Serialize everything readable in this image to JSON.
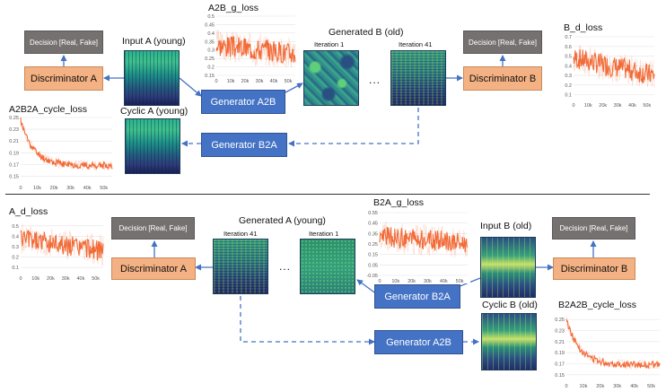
{
  "colors": {
    "discriminator": "#f4b183",
    "generator": "#4472c4",
    "decision": "#767171",
    "arrow": "#4472c4",
    "loss_line": "#f26b38"
  },
  "top": {
    "decision_a": "Decision [Real, Fake]",
    "discriminator_a": "Discriminator A",
    "input_a_label": "Input A (young)",
    "a2b_g_loss_title": "A2B_g_loss",
    "generated_b_label": "Generated B (old)",
    "iteration_1_label": "Iteration 1",
    "iteration_41_label": "Iteration 41",
    "ellipsis": "...",
    "decision_b": "Decision [Real, Fake]",
    "b_d_loss_title": "B_d_loss",
    "discriminator_b": "Discriminator B",
    "generator_a2b": "Generator A2B",
    "a2b2a_cycle_title": "A2B2A_cycle_loss",
    "cyclic_a_label": "Cyclic A (young)",
    "generator_b2a": "Generator B2A"
  },
  "bottom": {
    "a_d_loss_title": "A_d_loss",
    "decision_a": "Decision [Real, Fake]",
    "discriminator_a": "Discriminator A",
    "generated_a_label": "Generated A (young)",
    "iteration_41_label": "Iteration 41",
    "iteration_1_label": "Iteration 1",
    "ellipsis": "...",
    "b2a_g_loss_title": "B2A_g_loss",
    "input_b_label": "Input B (old)",
    "decision_b": "Decision [Real, Fake]",
    "discriminator_b": "Discriminator B",
    "generator_b2a": "Generator B2A",
    "cyclic_b_label": "Cyclic B (old)",
    "b2a2b_cycle_title": "B2A2B_cycle_loss",
    "generator_a2b": "Generator A2B"
  },
  "chart_data": [
    {
      "id": "a2b_g_loss",
      "type": "line",
      "title": "A2B_g_loss",
      "xlim": [
        0,
        55000
      ],
      "ylim": [
        0.15,
        0.5
      ],
      "xticks": [
        "0",
        "10k",
        "20k",
        "30k",
        "40k",
        "50k"
      ],
      "yticks": [
        "0.5",
        "0.45",
        "0.4",
        "0.35",
        "0.3",
        "0.25",
        "0.2",
        "0.15"
      ],
      "series": [
        {
          "pattern": "noisy",
          "level": [
            0.33,
            0.28
          ],
          "spread": 0.13,
          "seed": 3
        }
      ]
    },
    {
      "id": "b_d_loss",
      "type": "line",
      "title": "B_d_loss",
      "xlim": [
        0,
        55000
      ],
      "ylim": [
        0.05,
        0.7
      ],
      "xticks": [
        "0",
        "10k",
        "20k",
        "30k",
        "40k",
        "50k"
      ],
      "yticks": [
        "0.7",
        "0.6",
        "0.5",
        "0.4",
        "0.3",
        "0.2",
        "0.1"
      ],
      "series": [
        {
          "pattern": "noisy",
          "level": [
            0.48,
            0.3
          ],
          "spread": 0.22,
          "seed": 7
        }
      ]
    },
    {
      "id": "a2b2a_cycle_loss",
      "type": "line",
      "title": "A2B2A_cycle_loss",
      "xlim": [
        0,
        55000
      ],
      "ylim": [
        0.14,
        0.25
      ],
      "xticks": [
        "0",
        "10k",
        "20k",
        "30k",
        "40k",
        "50k"
      ],
      "yticks": [
        "0.25",
        "0.23",
        "0.21",
        "0.19",
        "0.17",
        "0.15"
      ],
      "series": [
        {
          "pattern": "decay",
          "level": [
            0.245,
            0.168
          ],
          "spread": 0.012,
          "seed": 11
        }
      ]
    },
    {
      "id": "a_d_loss",
      "type": "line",
      "title": "A_d_loss",
      "xlim": [
        0,
        55000
      ],
      "ylim": [
        0.05,
        0.55
      ],
      "xticks": [
        "0",
        "10k",
        "20k",
        "30k",
        "40k",
        "50k"
      ],
      "yticks": [
        "0.5",
        "0.4",
        "0.3",
        "0.2",
        "0.1"
      ],
      "series": [
        {
          "pattern": "noisy",
          "level": [
            0.38,
            0.26
          ],
          "spread": 0.2,
          "seed": 5
        }
      ]
    },
    {
      "id": "b2a_g_loss",
      "type": "line",
      "title": "B2A_g_loss",
      "xlim": [
        0,
        55000
      ],
      "ylim": [
        -0.05,
        0.55
      ],
      "xticks": [
        "0",
        "10k",
        "20k",
        "30k",
        "40k",
        "50k"
      ],
      "yticks": [
        "0.55",
        "0.45",
        "0.35",
        "0.25",
        "0.15",
        "0.05",
        "-0.05"
      ],
      "series": [
        {
          "pattern": "noisy",
          "level": [
            0.32,
            0.26
          ],
          "spread": 0.2,
          "seed": 9
        }
      ]
    },
    {
      "id": "b2a2b_cycle_loss",
      "type": "line",
      "title": "B2A2B_cycle_loss",
      "xlim": [
        0,
        55000
      ],
      "ylim": [
        0.14,
        0.26
      ],
      "xticks": [
        "0",
        "10k",
        "20k",
        "30k",
        "40k",
        "50k"
      ],
      "yticks": [
        "0.25",
        "0.23",
        "0.21",
        "0.19",
        "0.17",
        "0.15"
      ],
      "series": [
        {
          "pattern": "decay",
          "level": [
            0.25,
            0.168
          ],
          "spread": 0.012,
          "seed": 13
        }
      ]
    }
  ]
}
